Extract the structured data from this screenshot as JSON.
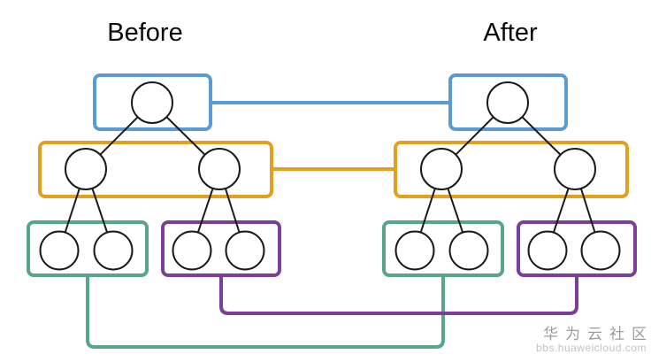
{
  "titles": {
    "before": "Before",
    "after": "After"
  },
  "watermark": {
    "line1": "华为云社区",
    "line2": "bbs.huaweicloud.com"
  },
  "colors": {
    "level1": "#5b9bd5",
    "level2": "#e3a020",
    "level3_left": "#56a58c",
    "level3_right": "#7c3f98",
    "node_stroke": "#1a1a1a",
    "watermark_cn": "#9c9c9c",
    "watermark_url": "#c2c2c2"
  },
  "diagram": {
    "type": "paired-binary-trees",
    "description": "Two identical 3-level binary trees labeled Before and After. Each tree level is grouped by a colored rounded box (root: blue, middle pair: orange, leaf pairs: teal on left and purple on right). Corresponding groups of the two trees are joined by connectors of the matching color; all circles are empty.",
    "trees": [
      {
        "label": "Before",
        "levels": [
          {
            "group_color_key": "level1",
            "nodes": 1
          },
          {
            "group_color_key": "level2",
            "nodes": 2
          },
          {
            "groups": [
              {
                "group_color_key": "level3_left",
                "nodes": 2
              },
              {
                "group_color_key": "level3_right",
                "nodes": 2
              }
            ]
          }
        ]
      },
      {
        "label": "After",
        "levels": [
          {
            "group_color_key": "level1",
            "nodes": 1
          },
          {
            "group_color_key": "level2",
            "nodes": 2
          },
          {
            "groups": [
              {
                "group_color_key": "level3_left",
                "nodes": 2
              },
              {
                "group_color_key": "level3_right",
                "nodes": 2
              }
            ]
          }
        ]
      }
    ],
    "links": [
      {
        "color_key": "level1",
        "between": "root boxes",
        "route": "straight horizontal"
      },
      {
        "color_key": "level2",
        "between": "middle boxes",
        "route": "straight horizontal"
      },
      {
        "color_key": "level3_left",
        "between": "left leaf boxes",
        "route": "down-across-up below diagram"
      },
      {
        "color_key": "level3_right",
        "between": "right leaf boxes",
        "route": "down-across-up below diagram"
      }
    ]
  }
}
